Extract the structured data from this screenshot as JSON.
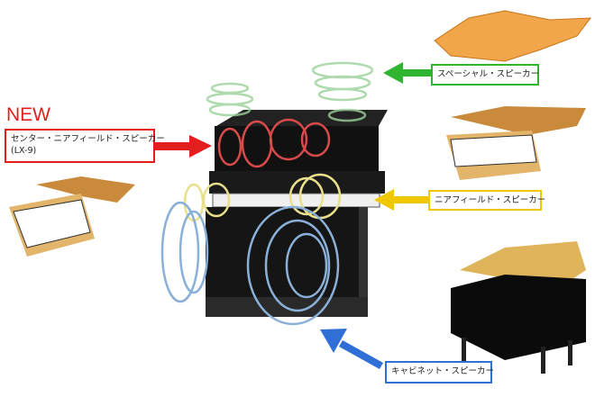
{
  "badge_new": "NEW",
  "labels": {
    "center": {
      "line1": "センター・ニアフィールド・スピーカー",
      "line2": "(LX-9)",
      "color": "#e31e1e"
    },
    "special": {
      "text": "スペーシャル・スピーカー",
      "color": "#2fb52f"
    },
    "nearfield": {
      "text": "ニアフィールド・スピーカー",
      "color": "#f0c800"
    },
    "cabinet": {
      "text": "キャビネット・スピーカー",
      "color": "#2f6fd6"
    }
  }
}
